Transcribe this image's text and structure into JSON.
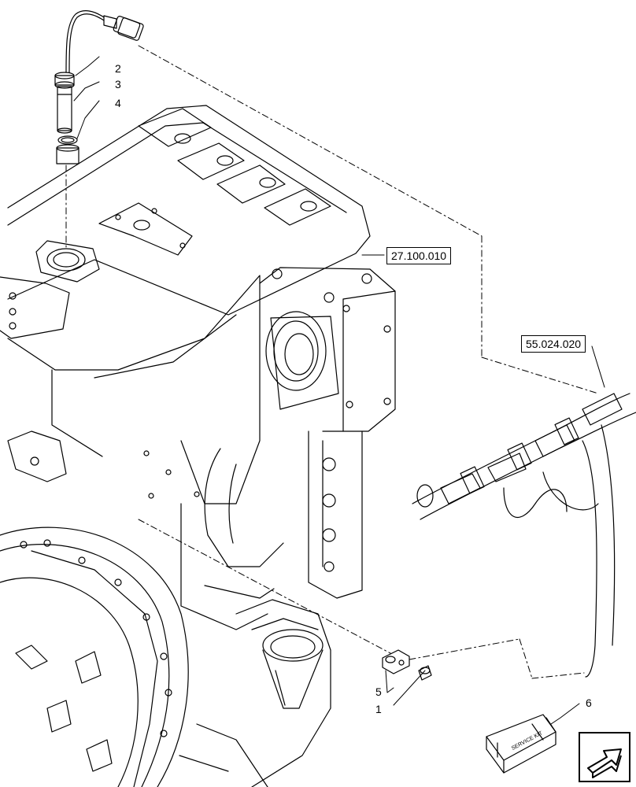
{
  "references": [
    {
      "id": "ref-27100010",
      "label": "27.100.010"
    },
    {
      "id": "ref-55024020",
      "label": "55.024.020"
    }
  ],
  "callouts": [
    "1",
    "2",
    "3",
    "4",
    "5",
    "6"
  ],
  "kit_label": "SERVICE KIT",
  "nav_icon": "arrow-next-icon",
  "colors": {
    "line": "#000000",
    "background": "#ffffff"
  }
}
